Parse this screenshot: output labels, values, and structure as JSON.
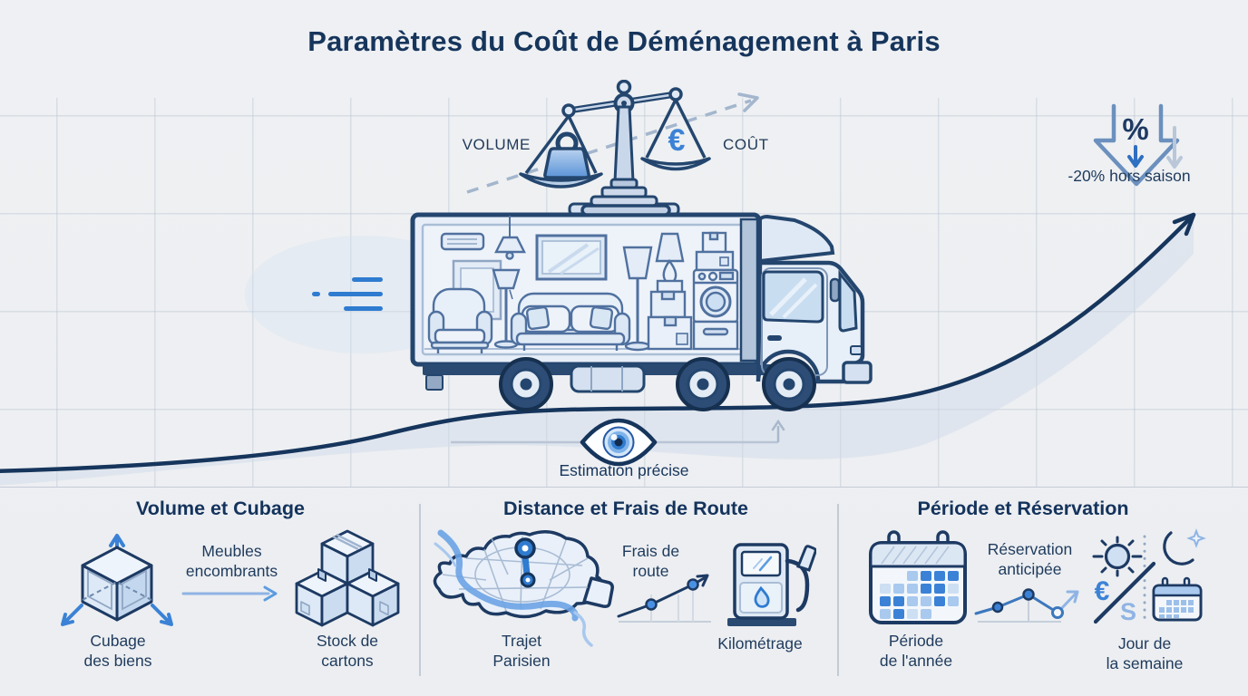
{
  "title": "Paramètres du Coût de Déménagement à Paris",
  "scale": {
    "left_label": "VOLUME",
    "right_label": "COÛT",
    "euro_symbol": "€"
  },
  "discount": {
    "percent_symbol": "%",
    "label": "-20% hors saison"
  },
  "estimation": {
    "label": "Estimation précise"
  },
  "sections": [
    {
      "header": "Volume et Cubage",
      "items": [
        {
          "icon": "cube-3d-icon",
          "label": "Cubage\ndes biens"
        },
        {
          "icon": "arrow-right-icon",
          "label": "Meubles\nencombrants"
        },
        {
          "icon": "cardboard-boxes-icon",
          "label": "Stock de\ncartons"
        }
      ]
    },
    {
      "header": "Distance et Frais de Route",
      "items": [
        {
          "icon": "paris-map-icon",
          "label": "Trajet\nParisien"
        },
        {
          "icon": "cost-rise-chart-icon",
          "label": "Frais de\nroute"
        },
        {
          "icon": "fuel-pump-icon",
          "label": "Kilométrage"
        }
      ]
    },
    {
      "header": "Période et Réservation",
      "items": [
        {
          "icon": "calendar-icon",
          "label": "Période\nde l'année"
        },
        {
          "icon": "booking-trend-chart-icon",
          "label": "Réservation\nanticipée"
        },
        {
          "icon": "day-night-icon",
          "label": "Jour de\nla semaine"
        }
      ]
    }
  ],
  "day_night": {
    "euro_symbol": "€",
    "dollar_symbol": "S"
  },
  "colors": {
    "navy": "#24466e",
    "dark_navy": "#16355c",
    "accent_blue": "#3b82d6",
    "light_blue": "#d8e5f4",
    "background": "#edeff2",
    "grid": "#a8b3c5"
  }
}
